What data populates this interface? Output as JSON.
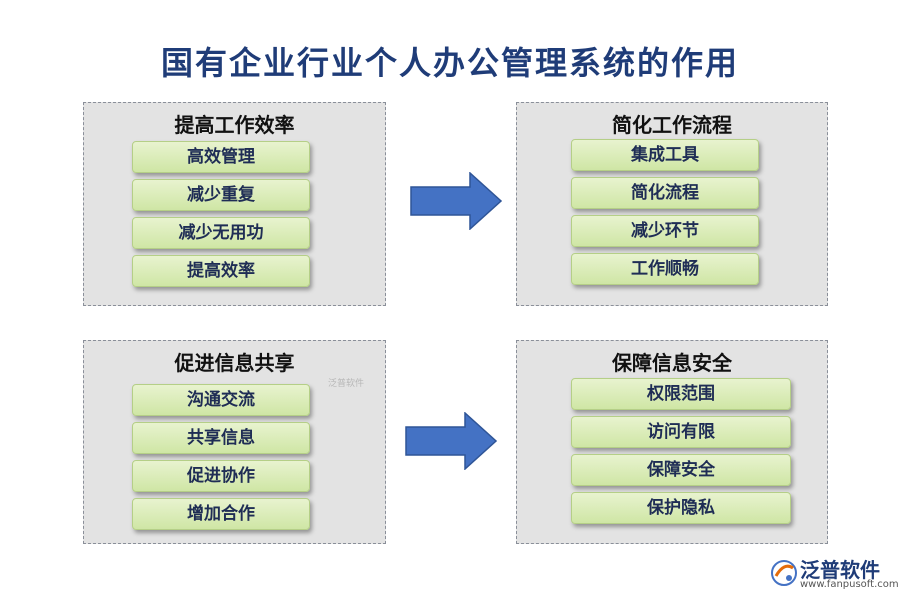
{
  "title": "国有企业行业个人办公管理系统的作用",
  "panels": [
    {
      "title": "提高工作效率",
      "items": [
        "高效管理",
        "减少重复",
        "减少无用功",
        "提高效率"
      ]
    },
    {
      "title": "简化工作流程",
      "items": [
        "集成工具",
        "简化流程",
        "减少环节",
        "工作顺畅"
      ]
    },
    {
      "title": "促进信息共享",
      "items": [
        "沟通交流",
        "共享信息",
        "促进协作",
        "增加合作"
      ]
    },
    {
      "title": "保障信息安全",
      "items": [
        "权限范围",
        "访问有限",
        "保障安全",
        "保护隐私"
      ]
    }
  ],
  "watermark": {
    "center_text": "泛普软件"
  },
  "logo": {
    "name": "泛普软件",
    "url": "www.fanpusoft.com"
  },
  "colors": {
    "title": "#1f3c78",
    "arrow": "#4472c4",
    "item_fill": "#d8ebb5",
    "panel_bg": "#e3e3e3"
  },
  "icons": [
    "right-arrow-icon",
    "fanpu-logo-icon"
  ]
}
